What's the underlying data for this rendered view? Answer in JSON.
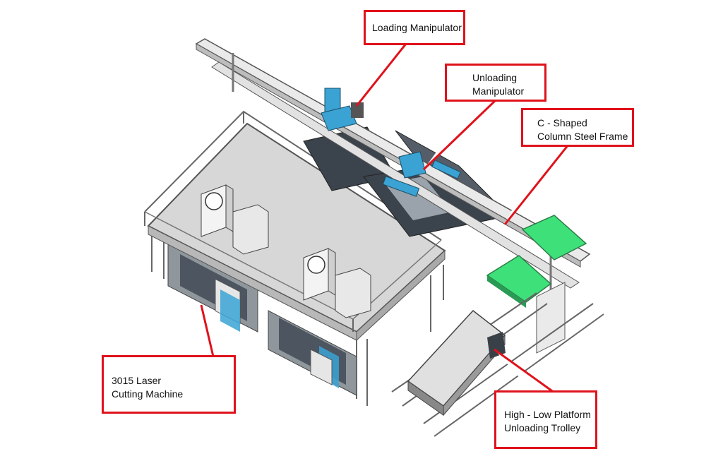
{
  "diagram": {
    "colors": {
      "callout": "#e0121b",
      "accent": "#3aa3d4",
      "green": "#3ee07a",
      "platform": "#d7d7d7",
      "line": "#555555"
    },
    "callouts": {
      "loading": {
        "lines": [
          "Loading Manipulator"
        ]
      },
      "unloading": {
        "lines": [
          "Unloading",
          "Manipulator"
        ]
      },
      "frame": {
        "lines": [
          "C - Shaped",
          "Column Steel Frame"
        ]
      },
      "laser": {
        "lines": [
          "3015 Laser",
          "Cutting Machine"
        ]
      },
      "trolley": {
        "lines": [
          "High - Low Platform",
          "Unloading Trolley"
        ]
      }
    }
  }
}
